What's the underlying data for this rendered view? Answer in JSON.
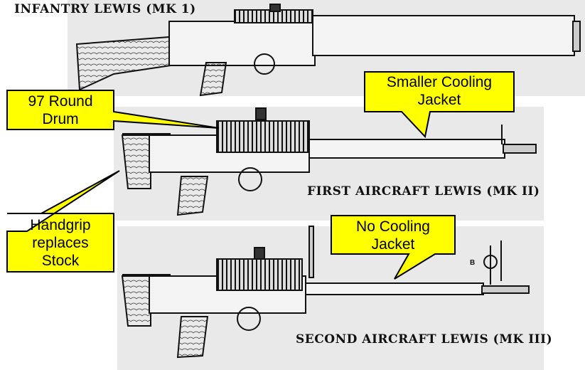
{
  "titles": {
    "mk1": "INFANTRY LEWIS (MK 1)",
    "mk2": "FIRST AIRCRAFT LEWIS (MK II)",
    "mk3": "SECOND AIRCRAFT LEWIS (MK III)"
  },
  "callouts": {
    "drum": [
      "97 Round",
      "Drum"
    ],
    "smaller_jacket": [
      "Smaller Cooling",
      "Jacket"
    ],
    "handgrip": [
      "Handgrip",
      "replaces",
      "Stock"
    ],
    "no_jacket": [
      "No Cooling",
      "Jacket"
    ]
  },
  "sight_label": "B",
  "colors": {
    "callout_fill": "#ffff00",
    "panel_bg": "#e9e9e9",
    "ink": "#111111"
  }
}
